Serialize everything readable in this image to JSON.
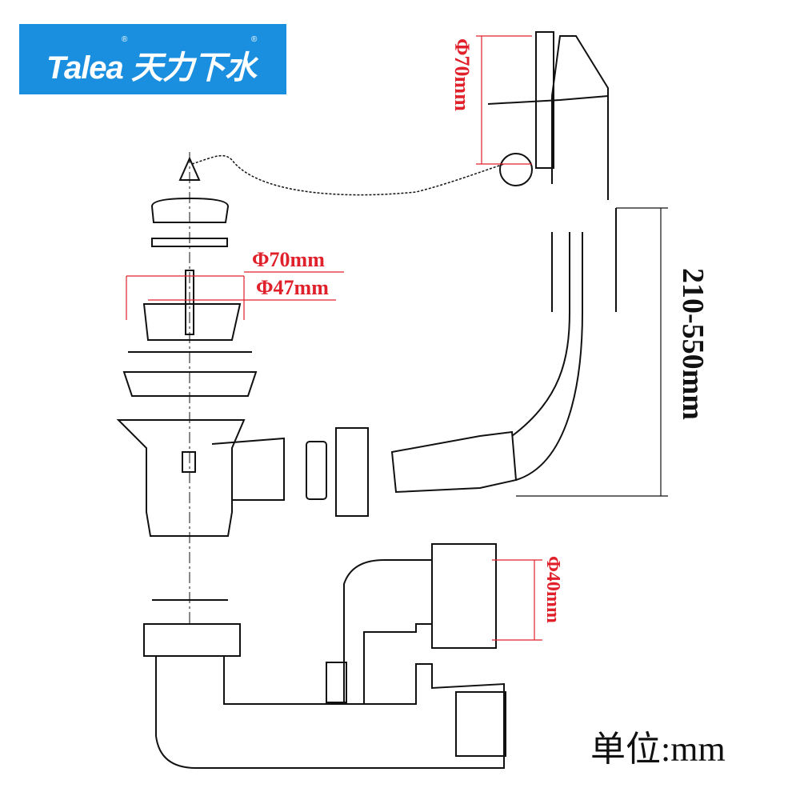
{
  "logo": {
    "text": "Talea 天力下水",
    "registered": "®"
  },
  "dimensions": {
    "overflow_diameter": "Φ70mm",
    "strainer_outer_diameter": "Φ70mm",
    "strainer_inner_diameter": "Φ47mm",
    "overflow_length_range": "210-550mm",
    "outlet_diameter": "Φ40mm"
  },
  "unit_label": "单位:mm",
  "colors": {
    "brand": "#1a8fe0",
    "dimension": "#e0202a",
    "line": "#111111"
  }
}
